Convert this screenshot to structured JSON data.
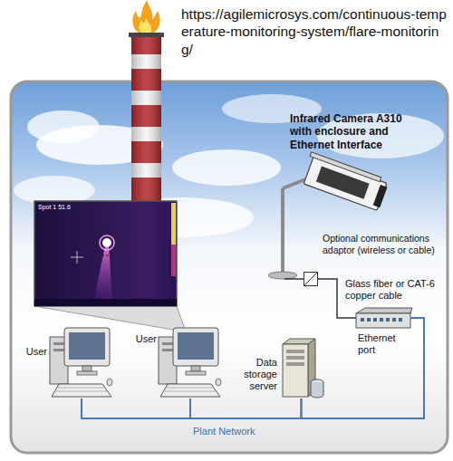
{
  "diagram": {
    "nodes": [
      {
        "text": [
          "Infrared Camera A310 with enclosure and Ethernet Interface"
        ]
      },
      {
        "text": [
          "Optional communications adaptor (wireless or cable)"
        ]
      },
      {
        "text": [
          "Ethernet port"
        ]
      },
      {
        "text": [
          "Data storage server"
        ]
      },
      {
        "text": [
          "User"
        ]
      },
      {
        "text": [
          "User"
        ]
      }
    ],
    "edges": [
      {
        "from": 1,
        "to": 2,
        "label": "Glass fiber or CAT-6 copper cable",
        "arrow": "none"
      },
      {
        "from": 2,
        "to": 3,
        "arrow": "none"
      },
      {
        "from": 3,
        "to": 5,
        "arrow": "none"
      },
      {
        "from": 5,
        "to": 4,
        "arrow": "none"
      }
    ],
    "labels": [
      "https://agilemicrosys.com/continuous-temperature-monitoring-system/flare-monitoring/",
      "Plant Network",
      "Spot 1 51.6"
    ]
  }
}
